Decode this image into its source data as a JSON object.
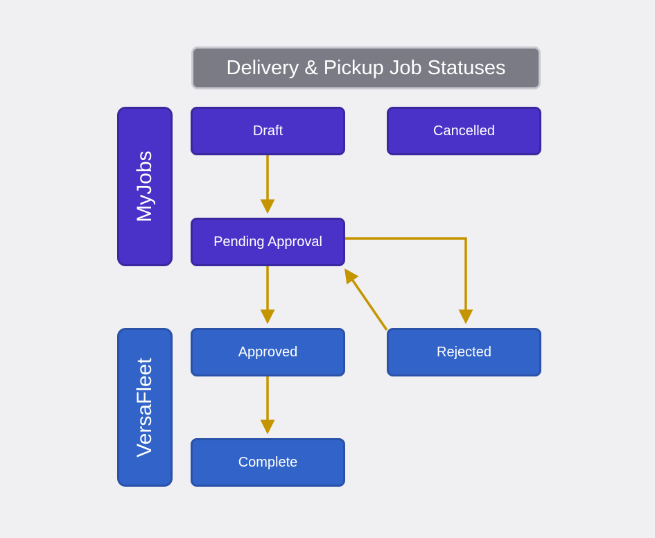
{
  "title": "Delivery & Pickup Job Statuses",
  "lanes": {
    "myjobs": "MyJobs",
    "versafleet": "VersaFleet"
  },
  "nodes": {
    "draft": "Draft",
    "cancelled": "Cancelled",
    "pending_approval": "Pending Approval",
    "approved": "Approved",
    "rejected": "Rejected",
    "complete": "Complete"
  },
  "edges": [
    {
      "from": "Draft",
      "to": "Pending Approval"
    },
    {
      "from": "Pending Approval",
      "to": "Approved"
    },
    {
      "from": "Pending Approval",
      "to": "Rejected"
    },
    {
      "from": "Rejected",
      "to": "Pending Approval"
    },
    {
      "from": "Approved",
      "to": "Complete"
    }
  ],
  "colors": {
    "myjobs_fill": "#4a32c8",
    "versafleet_fill": "#3163c8",
    "title_fill": "#7a7b85",
    "arrow": "#c49500",
    "background": "#f0f0f3"
  }
}
